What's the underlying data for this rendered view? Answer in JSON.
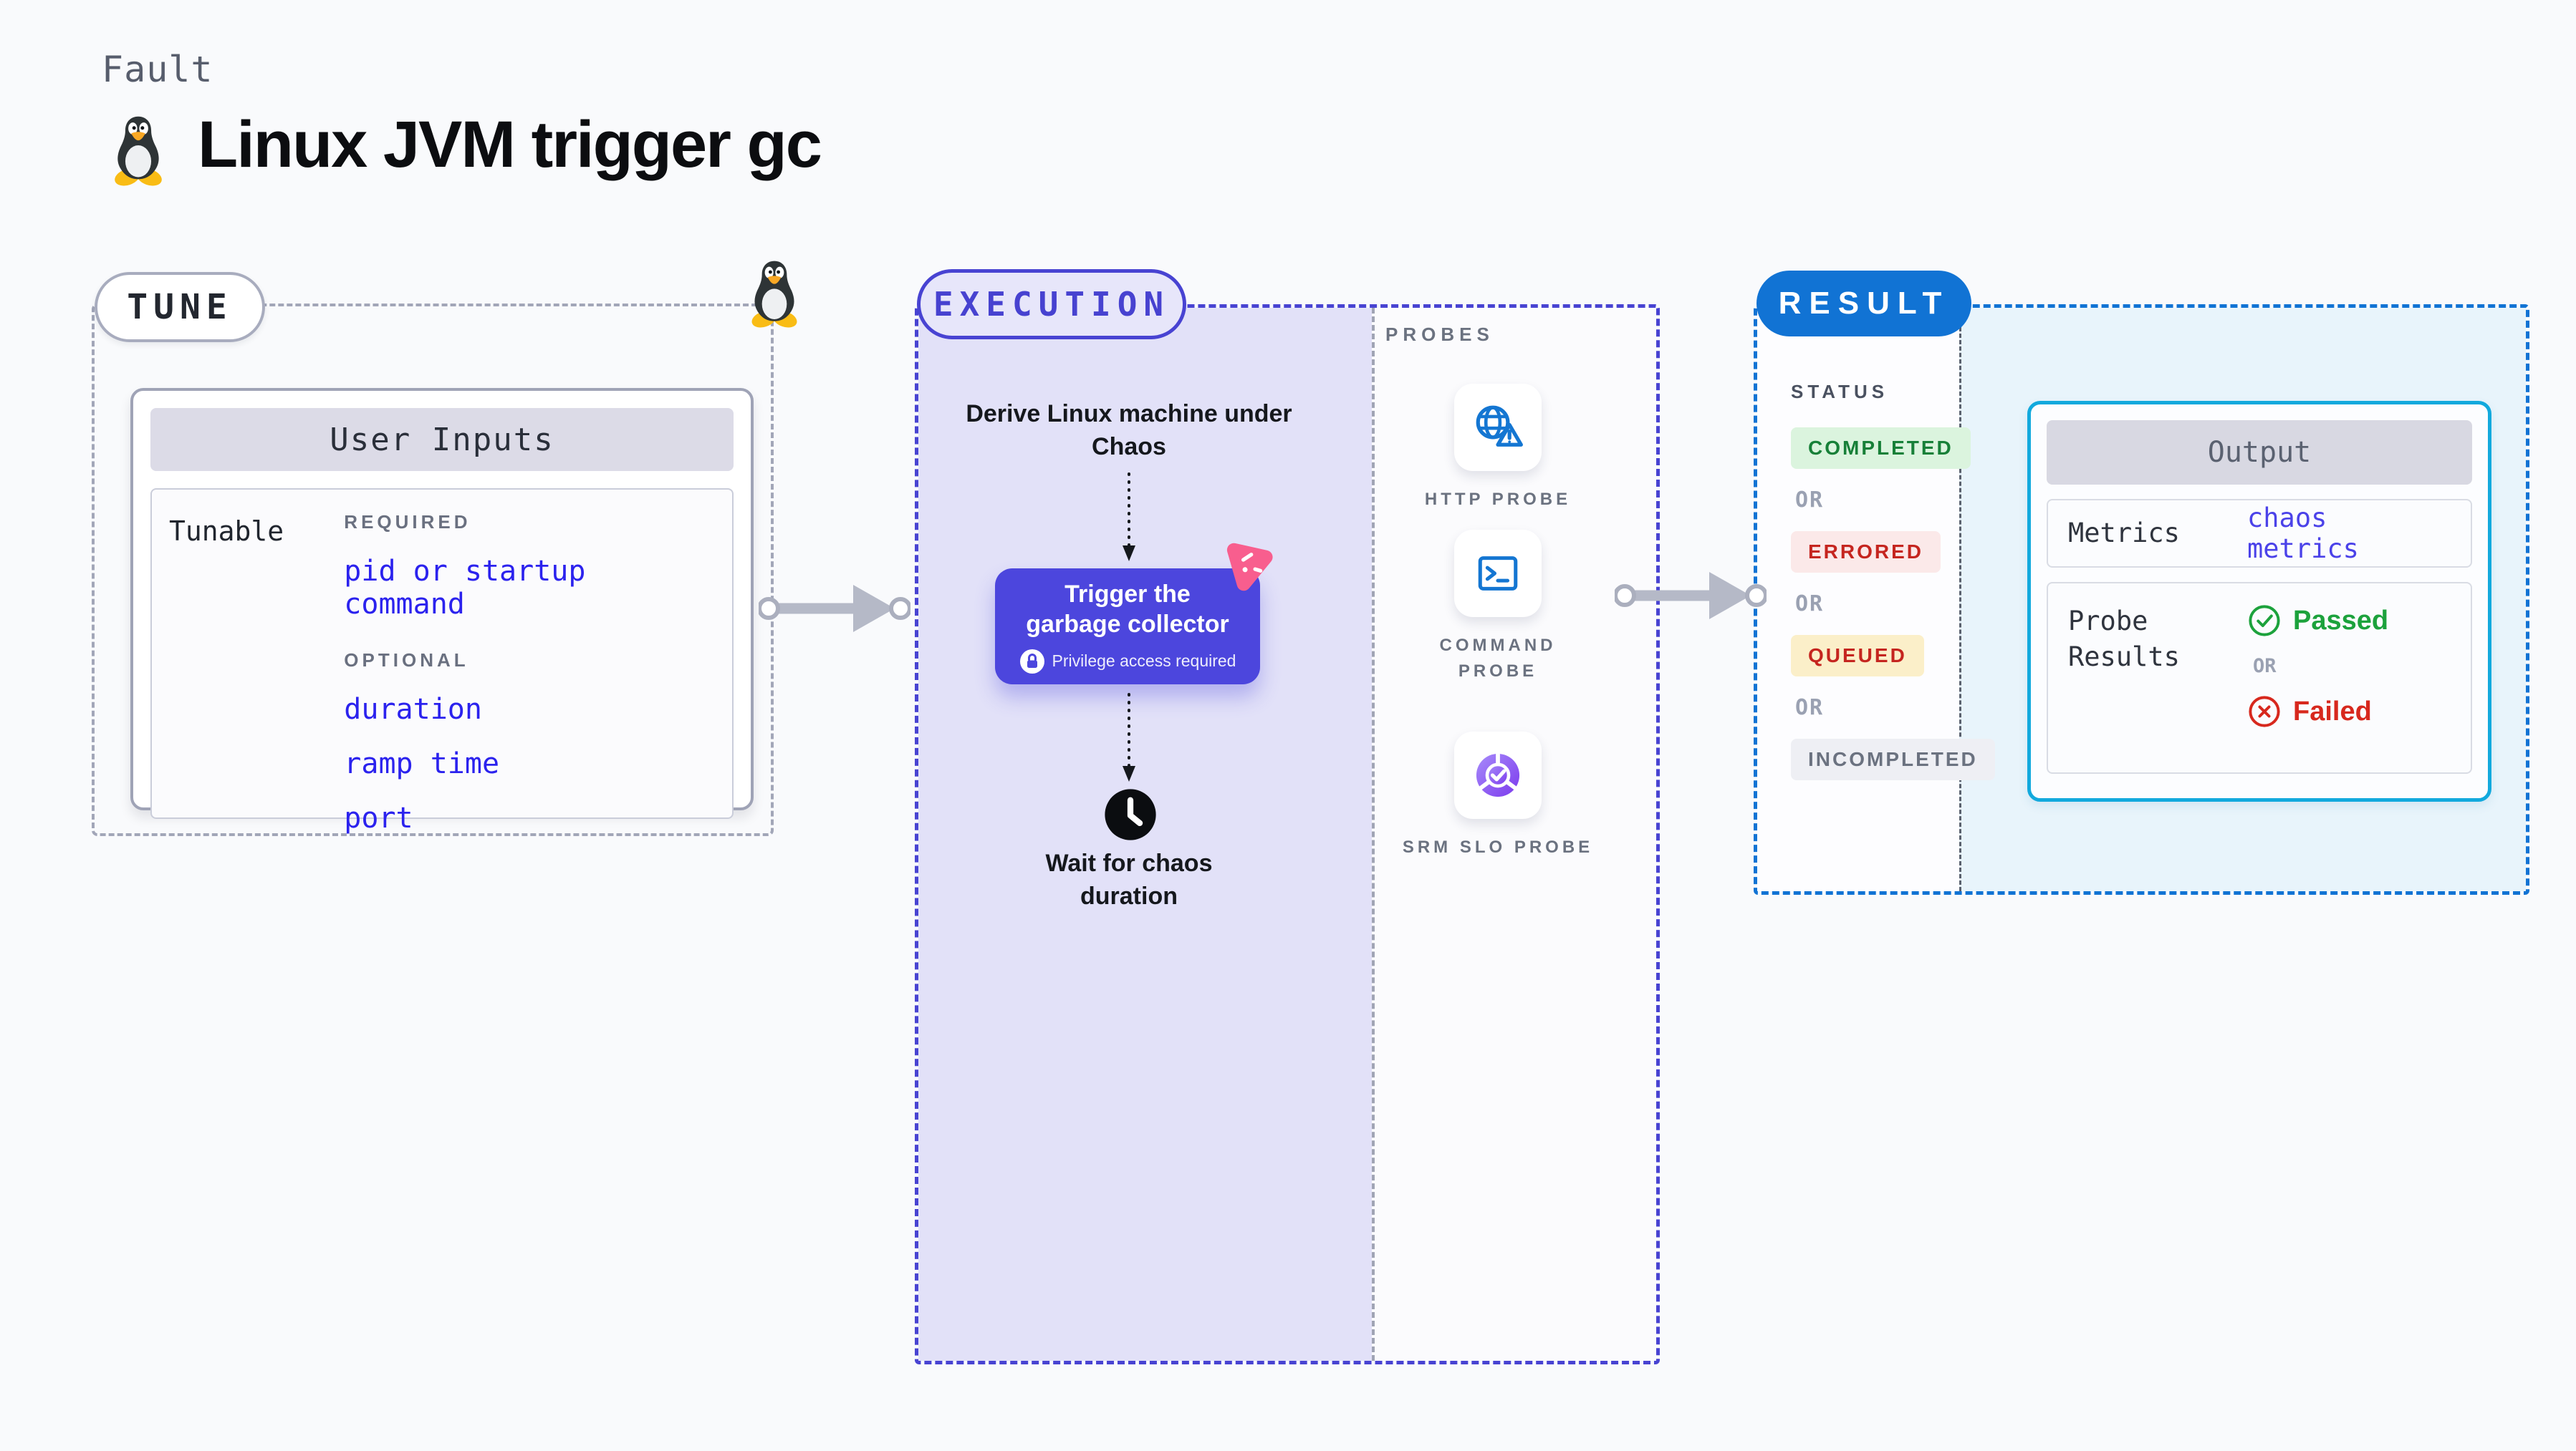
{
  "header": {
    "kicker": "Fault",
    "title": "Linux JVM trigger gc"
  },
  "tune": {
    "label": "TUNE",
    "user_inputs": {
      "title": "User Inputs",
      "row_label": "Tunable",
      "required_heading": "REQUIRED",
      "required_items": [
        "pid or startup command"
      ],
      "optional_heading": "OPTIONAL",
      "optional_items": [
        "duration",
        "ramp time",
        "port"
      ]
    }
  },
  "execution": {
    "label": "EXECUTION",
    "derive_text": "Derive Linux machine under Chaos",
    "action": {
      "title_line1": "Trigger the",
      "title_line2": "garbage collector",
      "privilege_note": "Privilege access required"
    },
    "wait_text": "Wait for chaos duration"
  },
  "probes": {
    "label": "PROBES",
    "items": [
      {
        "name": "HTTP PROBE",
        "icon": "globe-warning-icon"
      },
      {
        "name": "COMMAND PROBE",
        "icon": "terminal-icon"
      },
      {
        "name": "SRM SLO PROBE",
        "icon": "slo-donut-icon"
      }
    ]
  },
  "result": {
    "label": "RESULT",
    "status_heading": "STATUS",
    "or_label": "OR",
    "statuses": [
      {
        "text": "COMPLETED",
        "kind": "completed"
      },
      {
        "text": "ERRORED",
        "kind": "errored"
      },
      {
        "text": "QUEUED",
        "kind": "queued"
      },
      {
        "text": "INCOMPLETED",
        "kind": "incompleted"
      }
    ],
    "output": {
      "title": "Output",
      "metrics_label": "Metrics",
      "metrics_value": "chaos metrics",
      "probe_results_label": "Probe Results",
      "passed_label": "Passed",
      "or_label": "OR",
      "failed_label": "Failed"
    }
  },
  "colors": {
    "canvas_bg": "#F9FAFC",
    "tune_border": "#A2A6B8",
    "execution_accent": "#4843D2",
    "execution_fill": "#E2E1F8",
    "action_button": "#4C46DD",
    "probe_icon_blue": "#1476D2",
    "result_accent": "#1173D4",
    "result_fill": "#E8F4FB",
    "output_border": "#12A9DD",
    "tunable_link_blue": "#2B22EE",
    "passed_green": "#1CA23C",
    "failed_red": "#D7281D",
    "chaos_pink": "#F85E8E"
  }
}
